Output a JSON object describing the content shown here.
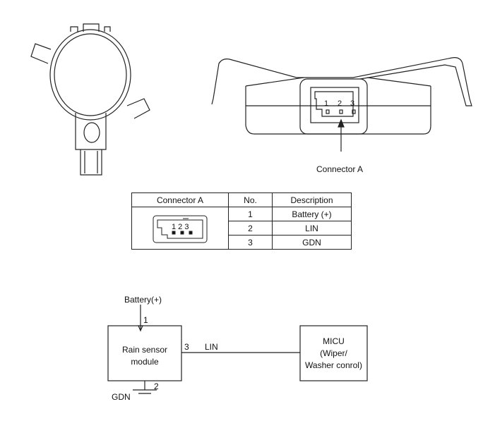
{
  "figure": {
    "connector_label": "Connector A",
    "pin_numbers": [
      "1",
      "2",
      "3"
    ]
  },
  "table": {
    "headers": [
      "Connector A",
      "No.",
      "Description"
    ],
    "rows": [
      {
        "no": "1",
        "description": "Battery (+)"
      },
      {
        "no": "2",
        "description": "LIN"
      },
      {
        "no": "3",
        "description": "GDN"
      }
    ]
  },
  "schematic": {
    "battery_label": "Battery(+)",
    "pin1": "1",
    "pin2": "2",
    "pin3": "3",
    "lin_label": "LIN",
    "ground_label": "GDN",
    "module_line1": "Rain sensor",
    "module_line2": "module",
    "micu_line1": "MICU",
    "micu_line2": "(Wiper/",
    "micu_line3": "Washer conrol)"
  }
}
